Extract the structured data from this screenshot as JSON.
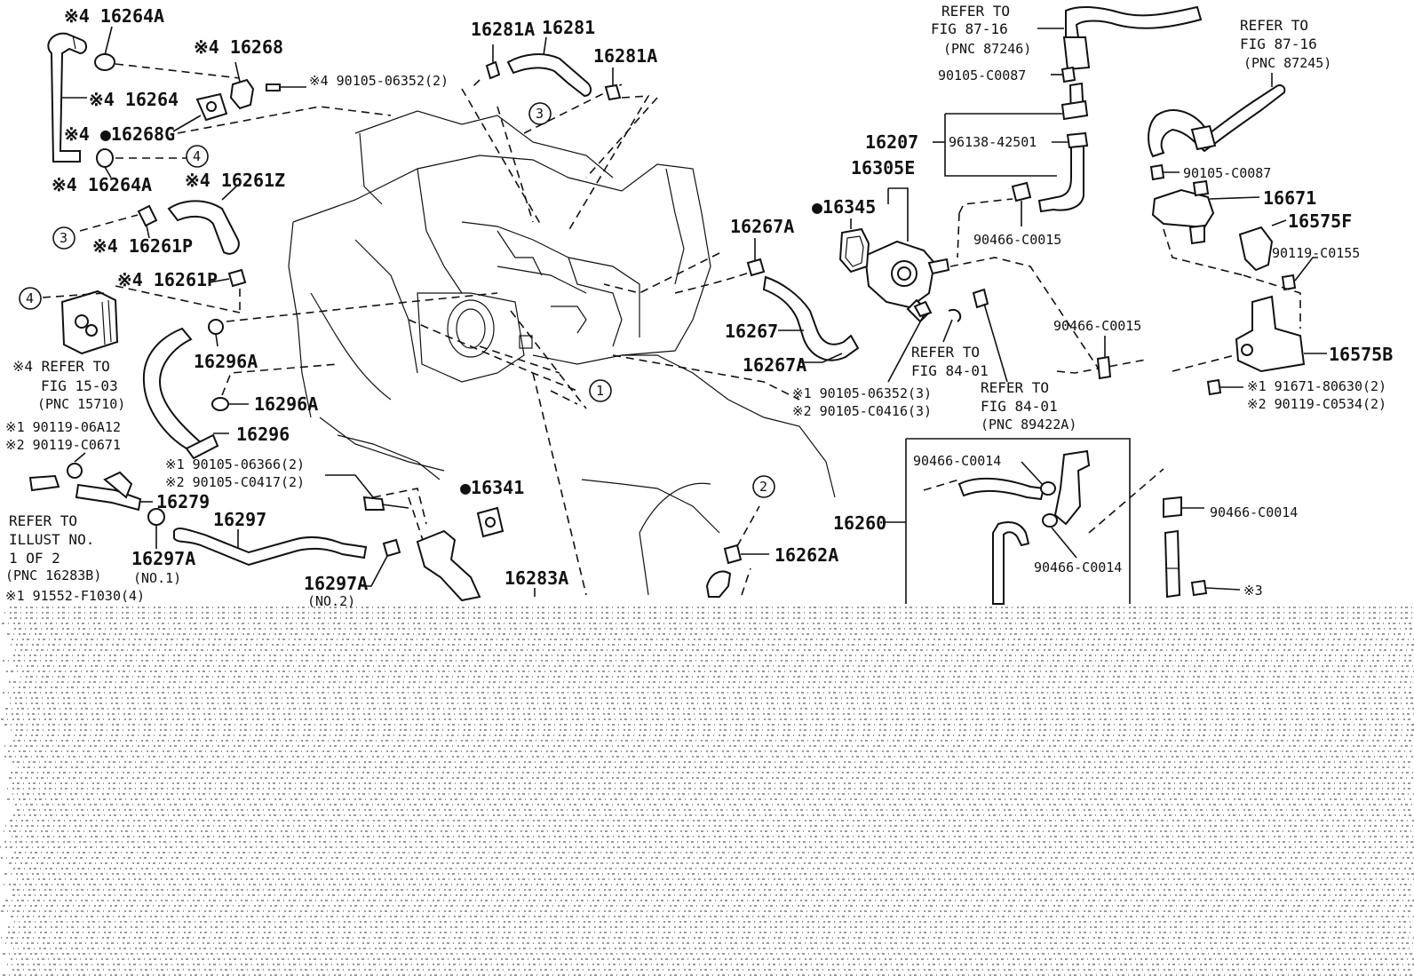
{
  "labels": {
    "l_16264A_a": "※4 16264A",
    "l_16268": "※4 16268",
    "l_bolt_06352_top": "※4 90105-06352(2)",
    "l_16264": "※4 16264",
    "l_16268G": "※4 ●16268G",
    "l_16264A_b": "※4 16264A",
    "l_16261Z": "※4 16261Z",
    "l_16261P_a": "※4 16261P",
    "l_16261P_b": "※4 16261P",
    "l_refer_15_03_a": "※4 REFER TO",
    "l_refer_15_03_b": "FIG 15-03",
    "l_refer_15_03_c": "(PNC 15710)",
    "l_16296A_a": "16296A",
    "l_16296A_b": "16296A",
    "l_16296": "16296",
    "l_06A12": "※1 90119-06A12",
    "l_C0671": "※2 90119-C0671",
    "l_16279": "16279",
    "l_refer_illust_a": "REFER TO",
    "l_refer_illust_b": "ILLUST NO.",
    "l_refer_illust_c": "1 OF 2",
    "l_refer_illust_d": "(PNC 16283B)",
    "l_F1030": "※1 91552-F1030(4)",
    "l_16297": "16297",
    "l_16297A_no1": "16297A",
    "l_no1": "(NO.1)",
    "l_06366": "※1 90105-06366(2)",
    "l_C0417": "※2 90105-C0417(2)",
    "l_16297A_no2": "16297A",
    "l_no2": "(NO.2)",
    "l_16341": "●16341",
    "l_16283A": "16283A",
    "l_16281A_a": "16281A",
    "l_16281": "16281",
    "l_16281A_b": "16281A",
    "l_16267A_a": "16267A",
    "l_16267": "16267",
    "l_16267A_b": "16267A",
    "l_16345": "●16345",
    "l_16207": "16207",
    "l_16305E": "16305E",
    "l_96138": "96138-42501",
    "l_C0087_a": "90105-C0087",
    "l_C0015_a": "90466-C0015",
    "l_refer_87_16_a1": "REFER TO",
    "l_refer_87_16_a2": "FIG 87-16",
    "l_refer_87_16_a3": "(PNC 87246)",
    "l_refer_87_16_b1": "REFER TO",
    "l_refer_87_16_b2": "FIG 87-16",
    "l_refer_87_16_b3": "(PNC 87245)",
    "l_C0087_b": "90105-C0087",
    "l_16671": "16671",
    "l_16575F": "16575F",
    "l_C0155": "90119-C0155",
    "l_C0015_b": "90466-C0015",
    "l_16575B": "16575B",
    "l_80630": "※1 91671-80630(2)",
    "l_C0534": "※2 90119-C0534(2)",
    "l_refer_84_01_a1": "REFER TO",
    "l_refer_84_01_a2": "FIG 84-01",
    "l_refer_84_01_b1": "REFER TO",
    "l_refer_84_01_b2": "FIG 84-01",
    "l_refer_84_01_b3": "(PNC 89422A)",
    "l_06352_mid": "※1 90105-06352(3)",
    "l_C0416": "※2 90105-C0416(3)",
    "l_16260": "16260",
    "l_C0014_a": "90466-C0014",
    "l_C0014_b": "90466-C0014",
    "l_C0014_c": "90466-C0014",
    "l_16262A": "16262A",
    "l_mark3": "※3",
    "c1": "1",
    "c2": "2",
    "c3a": "3",
    "c3b": "3",
    "c4a": "4",
    "c4b": "4"
  }
}
